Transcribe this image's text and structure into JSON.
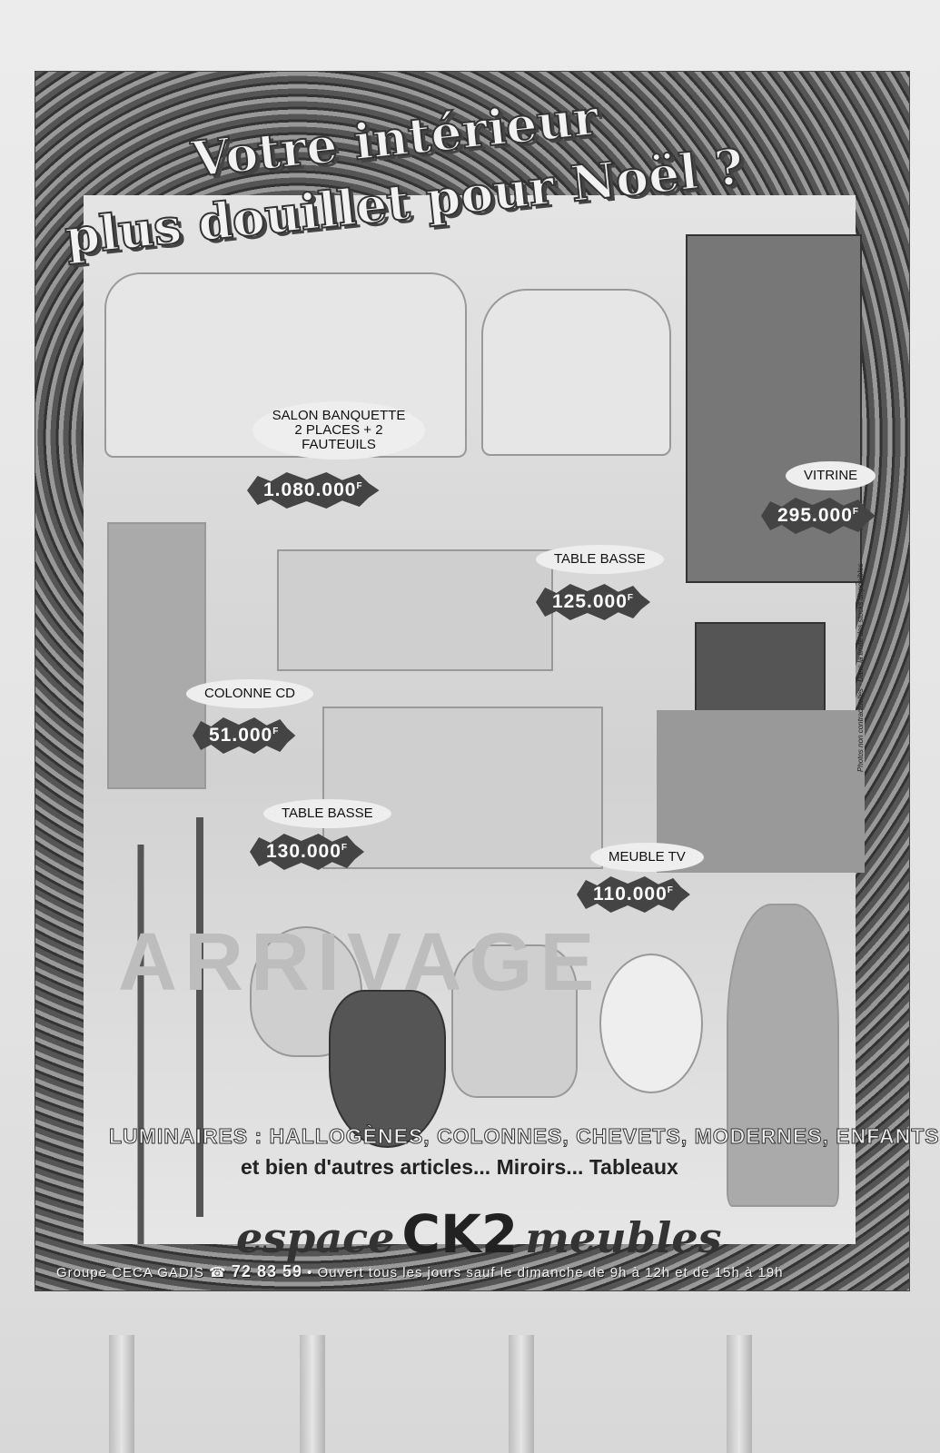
{
  "headline": {
    "line1": "Votre intérieur",
    "line2": "plus douillet pour Noël ?"
  },
  "products": [
    {
      "label": "SALON BANQUETTE 2 PLACES + 2 FAUTEUILS",
      "price": "1.080.000",
      "unit": "F"
    },
    {
      "label": "VITRINE",
      "price": "295.000",
      "unit": "F"
    },
    {
      "label": "TABLE BASSE",
      "price": "125.000",
      "unit": "F"
    },
    {
      "label": "COLONNE CD",
      "price": "51.000",
      "unit": "F"
    },
    {
      "label": "TABLE BASSE",
      "price": "130.000",
      "unit": "F"
    },
    {
      "label": "MEUBLE TV",
      "price": "110.000",
      "unit": "F"
    }
  ],
  "watermark": "ARRIVAGE",
  "disclaimer": "Photos non contractuelles - Dans la limite des stocks disponibles",
  "lighting": "LUMINAIRES : HALLOGÈNES, COLONNES, CHEVETS, MODERNES, ENFANTS",
  "more_articles": "et bien d'autres articles... Miroirs... Tableaux",
  "brand": {
    "prefix": "espace",
    "mark": "CK2",
    "suffix": "meubles"
  },
  "footer": {
    "group": "Groupe CECA GADIS ☎",
    "phone": "72 83 59",
    "hours": "• Ouvert tous les jours sauf le dimanche de 9h à 12h et de 15h à 19h"
  }
}
